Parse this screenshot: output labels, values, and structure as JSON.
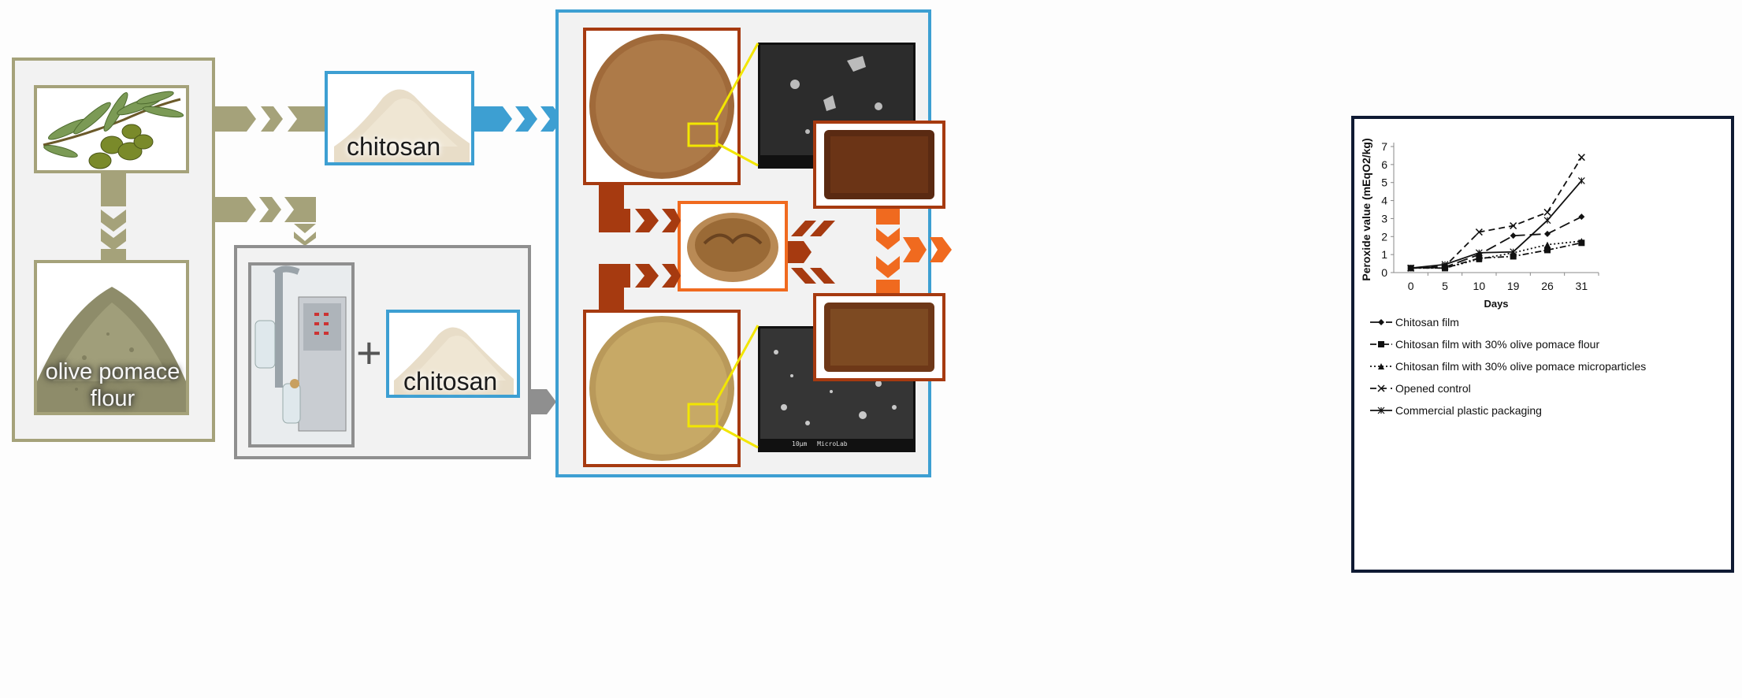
{
  "labels": {
    "chitosan_top": "chitosan",
    "chitosan_bottom": "chitosan",
    "olive_pomace_flour": "olive pomace\nflour",
    "plus": "+"
  },
  "sem": {
    "scale_text": "10µm",
    "lab_text": "MicroLab"
  },
  "colors": {
    "olive": "#a5a27a",
    "blue": "#3d9fd2",
    "brown": "#a63a10",
    "orange": "#f06a1f",
    "gray": "#8f8f8f",
    "navy": "#0f1a33",
    "yellow": "#f2e600"
  },
  "chart_data": {
    "type": "line",
    "x": [
      "0",
      "5",
      "10",
      "19",
      "26",
      "31"
    ],
    "xlabel": "Days",
    "ylabel": "Peroxide value (mEqO2/kg)",
    "ylim": [
      0,
      7
    ],
    "yticks": [
      0,
      1,
      2,
      3,
      4,
      5,
      6,
      7
    ],
    "grid": false,
    "legend_position": "bottom",
    "series": [
      {
        "name": "Chitosan film",
        "marker": "diamond",
        "dash": "long-dash",
        "values": [
          0.25,
          0.3,
          1.0,
          2.05,
          2.15,
          3.1
        ]
      },
      {
        "name": "Chitosan film with 30% olive pomace flour",
        "marker": "square",
        "dash": "dash-dot",
        "values": [
          0.25,
          0.25,
          0.8,
          0.9,
          1.25,
          1.65
        ]
      },
      {
        "name": "Chitosan film with 30% olive pomace microparticles",
        "marker": "triangle",
        "dash": "dotted",
        "values": [
          0.25,
          0.25,
          0.75,
          1.1,
          1.55,
          1.75
        ]
      },
      {
        "name": "Opened control",
        "marker": "x",
        "dash": "dashed",
        "values": [
          0.25,
          0.35,
          2.25,
          2.6,
          3.35,
          6.4
        ]
      },
      {
        "name": "Commercial plastic packaging",
        "marker": "asterisk",
        "dash": "solid",
        "values": [
          0.25,
          0.45,
          1.1,
          1.15,
          2.9,
          5.1
        ]
      }
    ]
  }
}
